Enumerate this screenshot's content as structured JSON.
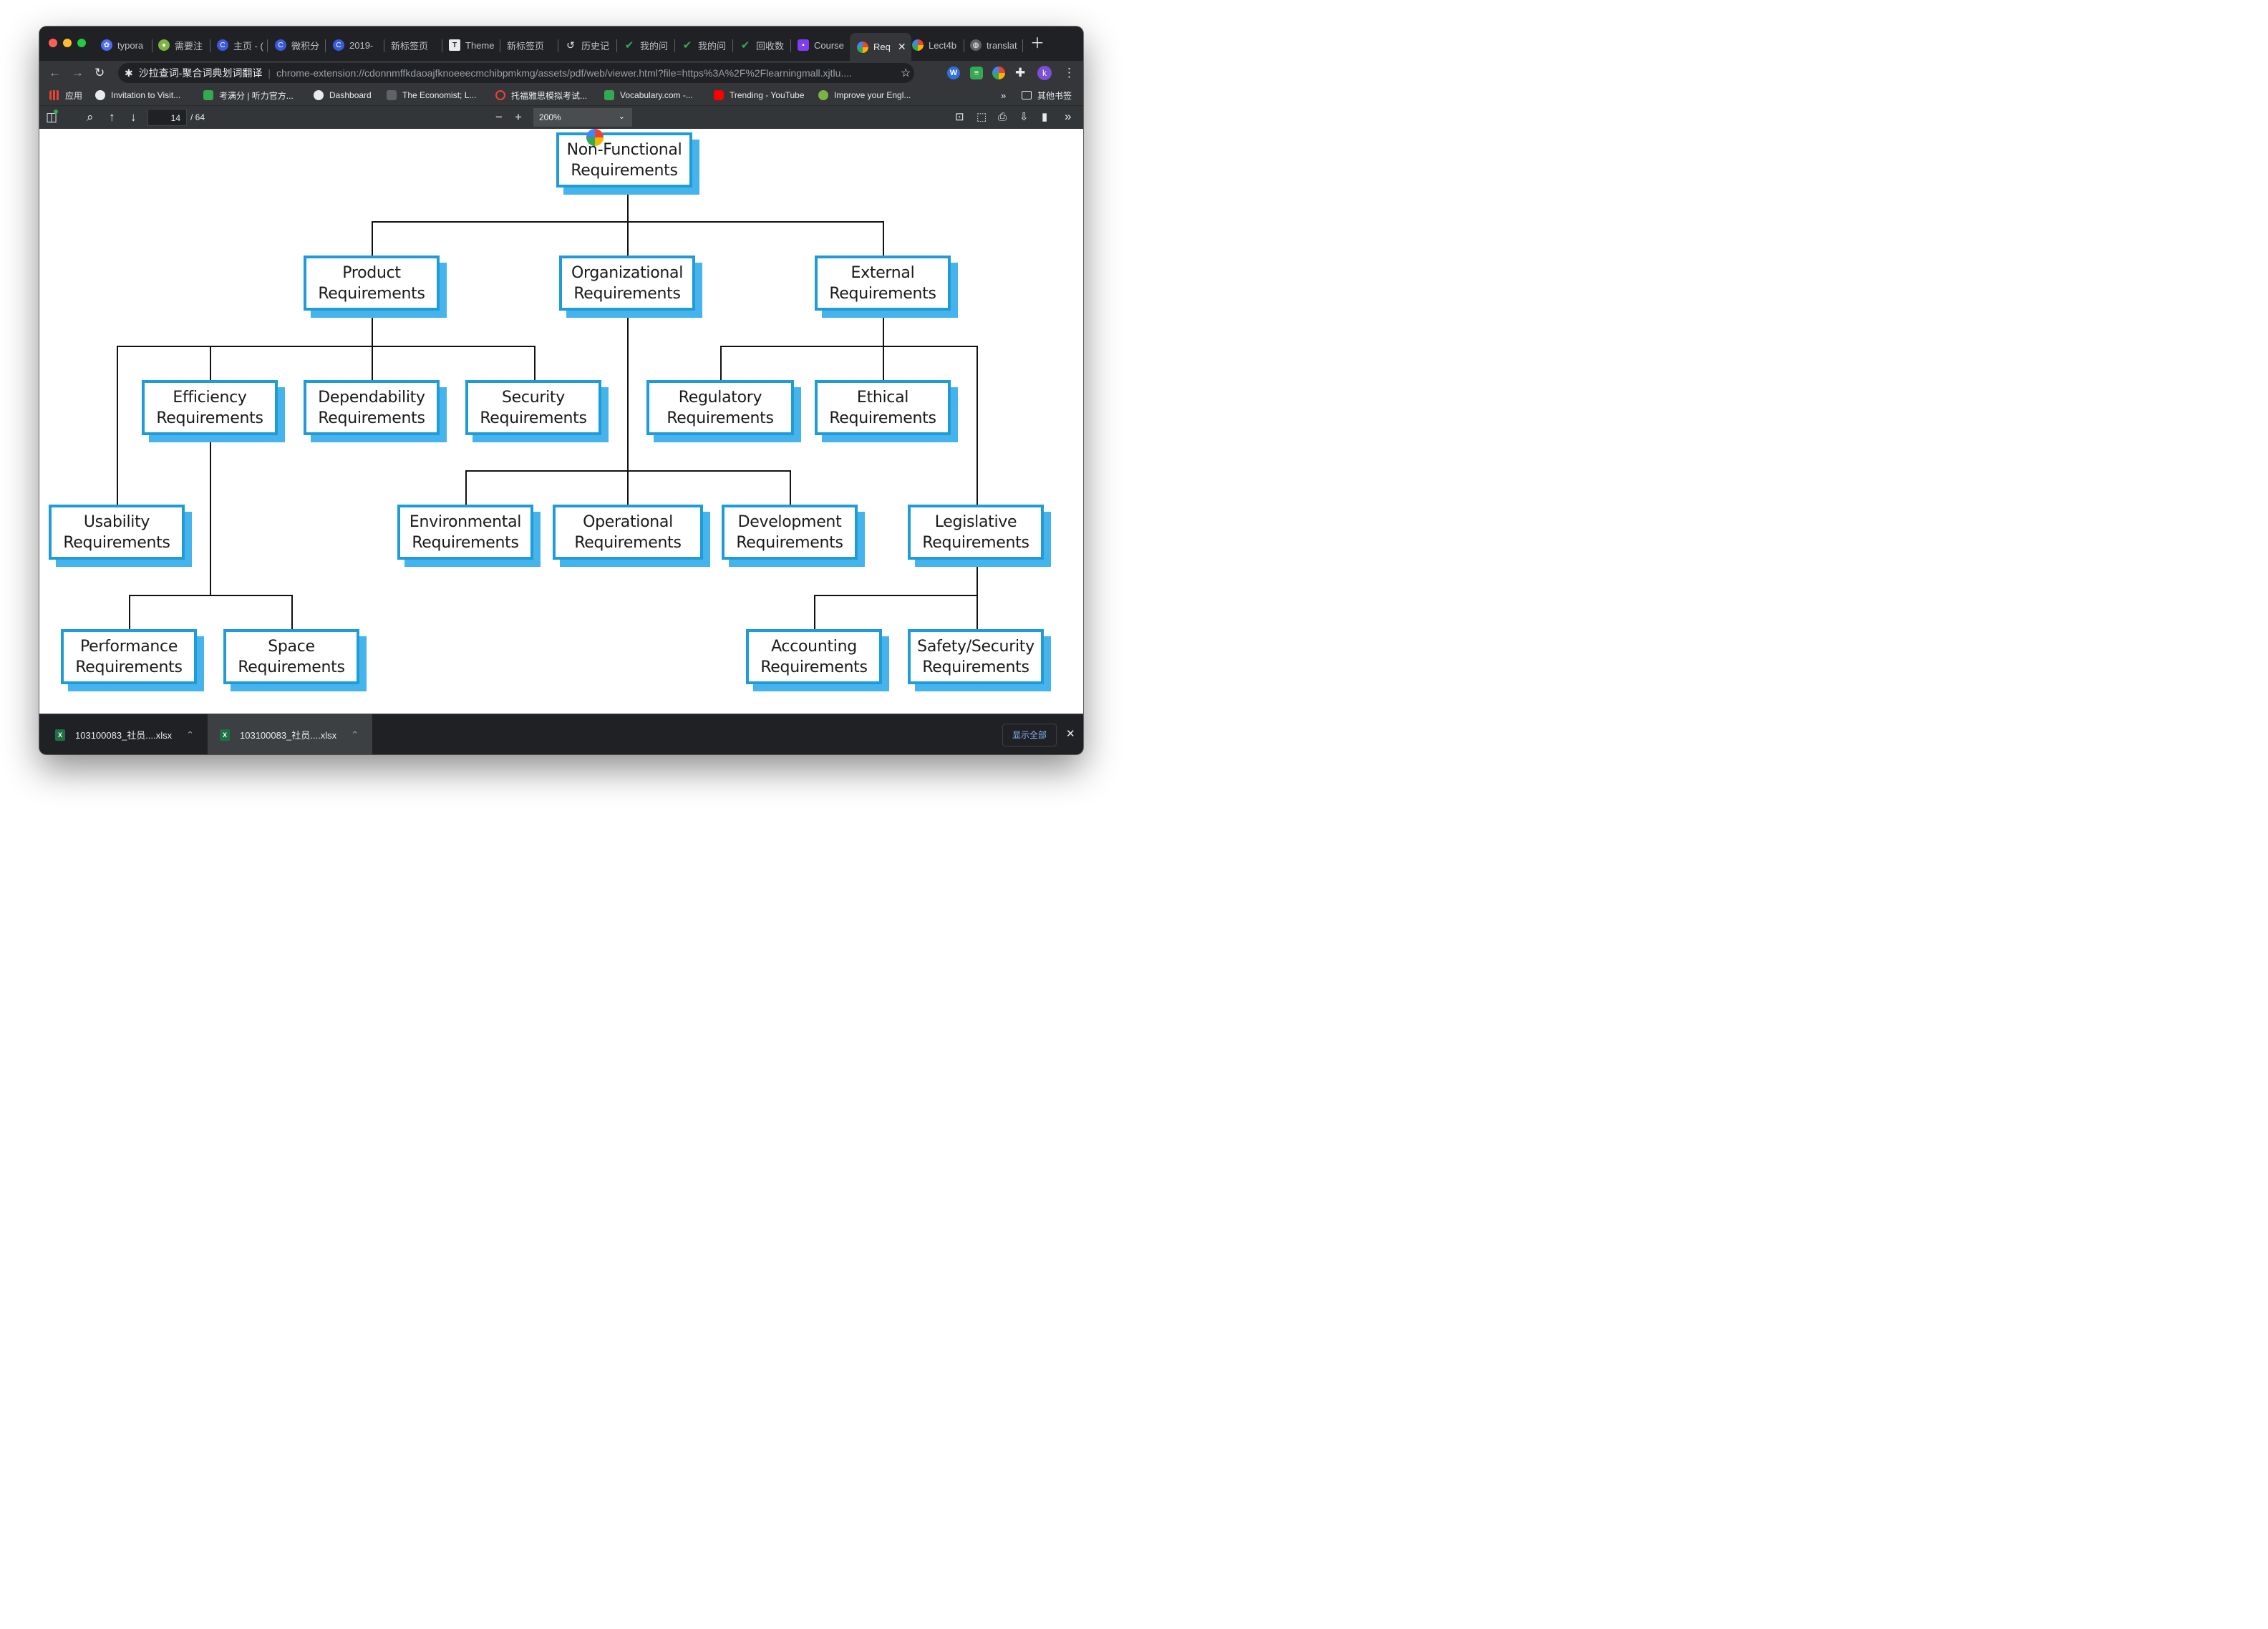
{
  "tabs": [
    {
      "label": "typora",
      "icon": "paw-icon",
      "color": "#4e6ef2"
    },
    {
      "label": "需要注",
      "icon": "people-icon",
      "color": "#7cb342"
    },
    {
      "label": "主页 - (",
      "icon": "c-logo-icon",
      "color": "#3b5bdb"
    },
    {
      "label": "微积分",
      "icon": "c-logo-icon",
      "color": "#3b5bdb"
    },
    {
      "label": "2019-",
      "icon": "c-logo-icon",
      "color": "#3b5bdb"
    },
    {
      "label": "新标签页",
      "icon": "",
      "color": ""
    },
    {
      "label": "Theme",
      "icon": "page-icon",
      "color": "#e8eaed"
    },
    {
      "label": "新标签页",
      "icon": "",
      "color": ""
    },
    {
      "label": "历史记",
      "icon": "history-icon",
      "color": "#e8eaed"
    },
    {
      "label": "我的问",
      "icon": "check-icon",
      "color": "#34a853"
    },
    {
      "label": "我的问",
      "icon": "check-icon",
      "color": "#34a853"
    },
    {
      "label": "回收数",
      "icon": "check-icon",
      "color": "#34a853"
    },
    {
      "label": "Course",
      "icon": "course-icon",
      "color": "#7e3ff2"
    },
    {
      "label": "Req",
      "icon": "pdf-ext-icon",
      "color": "#f4b400",
      "active": true
    },
    {
      "label": "Lect4b",
      "icon": "pdf-ext-icon",
      "color": "#f4b400"
    },
    {
      "label": "translat",
      "icon": "globe-icon",
      "color": "#9aa0a6"
    }
  ],
  "address": {
    "ext_name": "沙拉查词-聚合词典划词翻译",
    "url": "chrome-extension://cdonnmffkdaoajfknoeeecmchibpmkmg/assets/pdf/web/viewer.html?file=https%3A%2F%2Flearningmall.xjtlu...."
  },
  "profile_initial": "k",
  "bookmarks": [
    {
      "label": "应用",
      "color": "#ea4335"
    },
    {
      "label": "Invitation to Visit...",
      "color": "#e8eaed"
    },
    {
      "label": "考满分 | 听力官方...",
      "color": "#34a853"
    },
    {
      "label": "Dashboard",
      "color": "#e8eaed"
    },
    {
      "label": "The Economist; L...",
      "color": "#5f6368"
    },
    {
      "label": "托福雅思模拟考试...",
      "color": "#ea4335"
    },
    {
      "label": "Vocabulary.com -...",
      "color": "#34a853"
    },
    {
      "label": "Trending - YouTube",
      "color": "#ff0000"
    },
    {
      "label": "Improve your Engl...",
      "color": "#7cb342"
    }
  ],
  "bookmarks_more": "»",
  "other_bookmarks": "其他书签",
  "pdf": {
    "page_current": "14",
    "page_total": "/ 64",
    "zoom": "200%"
  },
  "diagram": {
    "root": [
      "Non-Functional",
      "Requirements"
    ],
    "product": [
      "Product",
      "Requirements"
    ],
    "organizational": [
      "Organizational",
      "Requirements"
    ],
    "external": [
      "External",
      "Requirements"
    ],
    "efficiency": [
      "Efficiency",
      "Requirements"
    ],
    "dependability": [
      "Dependability",
      "Requirements"
    ],
    "security": [
      "Security",
      "Requirements"
    ],
    "regulatory": [
      "Regulatory",
      "Requirements"
    ],
    "ethical": [
      "Ethical",
      "Requirements"
    ],
    "usability": [
      "Usability",
      "Requirements"
    ],
    "environmental": [
      "Environmental",
      "Requirements"
    ],
    "operational": [
      "Operational",
      "Requirements"
    ],
    "development": [
      "Development",
      "Requirements"
    ],
    "legislative": [
      "Legislative",
      "Requirements"
    ],
    "performance": [
      "Performance",
      "Requirements"
    ],
    "space": [
      "Space",
      "Requirements"
    ],
    "accounting": [
      "Accounting",
      "Requirements"
    ],
    "safety": [
      "Safety/Security",
      "Requirements"
    ]
  },
  "downloads": {
    "file1": "103100083_社员....xlsx",
    "file2": "103100083_社员....xlsx",
    "show_all": "显示全部"
  }
}
